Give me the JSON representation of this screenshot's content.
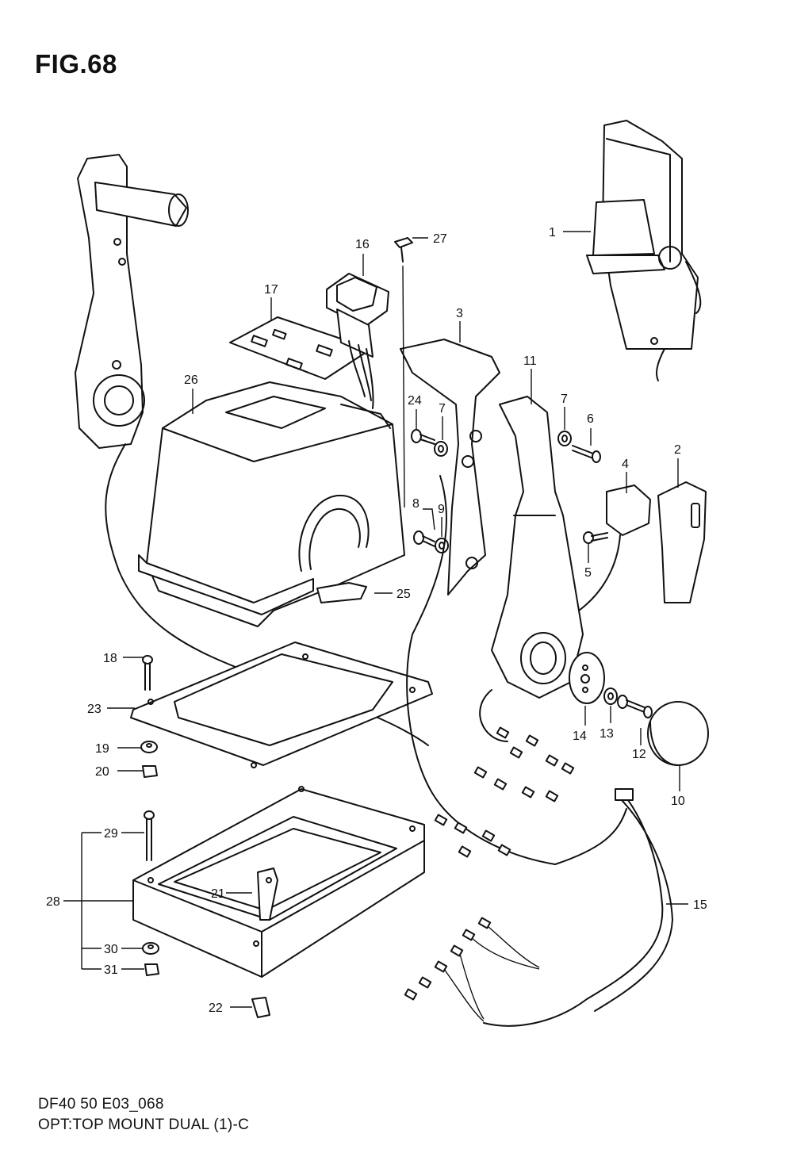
{
  "figure": {
    "title": "FIG.68"
  },
  "callouts": [
    {
      "id": "c1",
      "label": "1"
    },
    {
      "id": "c2",
      "label": "2"
    },
    {
      "id": "c3",
      "label": "3"
    },
    {
      "id": "c4",
      "label": "4"
    },
    {
      "id": "c5",
      "label": "5"
    },
    {
      "id": "c6",
      "label": "6"
    },
    {
      "id": "c7a",
      "label": "7"
    },
    {
      "id": "c7b",
      "label": "7"
    },
    {
      "id": "c8",
      "label": "8"
    },
    {
      "id": "c9",
      "label": "9"
    },
    {
      "id": "c10",
      "label": "10"
    },
    {
      "id": "c11",
      "label": "11"
    },
    {
      "id": "c12",
      "label": "12"
    },
    {
      "id": "c13",
      "label": "13"
    },
    {
      "id": "c14",
      "label": "14"
    },
    {
      "id": "c15",
      "label": "15"
    },
    {
      "id": "c16",
      "label": "16"
    },
    {
      "id": "c17",
      "label": "17"
    },
    {
      "id": "c18",
      "label": "18"
    },
    {
      "id": "c19",
      "label": "19"
    },
    {
      "id": "c20",
      "label": "20"
    },
    {
      "id": "c21",
      "label": "21"
    },
    {
      "id": "c22",
      "label": "22"
    },
    {
      "id": "c23",
      "label": "23"
    },
    {
      "id": "c24",
      "label": "24"
    },
    {
      "id": "c25",
      "label": "25"
    },
    {
      "id": "c26",
      "label": "26"
    },
    {
      "id": "c27",
      "label": "27"
    },
    {
      "id": "c28",
      "label": "28"
    },
    {
      "id": "c29",
      "label": "29"
    },
    {
      "id": "c30",
      "label": "30"
    },
    {
      "id": "c31",
      "label": "31"
    }
  ],
  "footer": {
    "line1": "DF40 50 E03_068",
    "line2": "OPT:TOP MOUNT DUAL (1)-C"
  }
}
